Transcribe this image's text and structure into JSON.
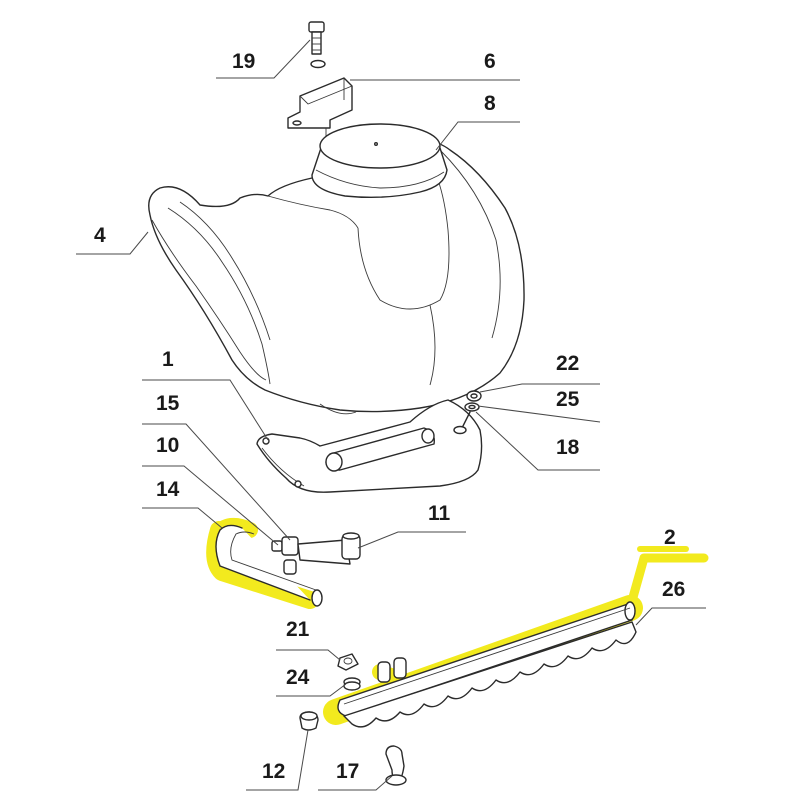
{
  "colors": {
    "highlight": "#f2ea1e",
    "line": "#2b2b2b",
    "background": "#ffffff"
  },
  "callouts": [
    {
      "id": "c19",
      "label": "19"
    },
    {
      "id": "c6",
      "label": "6"
    },
    {
      "id": "c8",
      "label": "8"
    },
    {
      "id": "c4",
      "label": "4"
    },
    {
      "id": "c1",
      "label": "1"
    },
    {
      "id": "c22",
      "label": "22"
    },
    {
      "id": "c25",
      "label": "25"
    },
    {
      "id": "c15",
      "label": "15"
    },
    {
      "id": "c18",
      "label": "18"
    },
    {
      "id": "c10",
      "label": "10"
    },
    {
      "id": "c14",
      "label": "14"
    },
    {
      "id": "c11",
      "label": "11"
    },
    {
      "id": "c2",
      "label": "2"
    },
    {
      "id": "c26",
      "label": "26"
    },
    {
      "id": "c21",
      "label": "21"
    },
    {
      "id": "c24",
      "label": "24"
    },
    {
      "id": "c12",
      "label": "12"
    },
    {
      "id": "c17",
      "label": "17"
    }
  ]
}
